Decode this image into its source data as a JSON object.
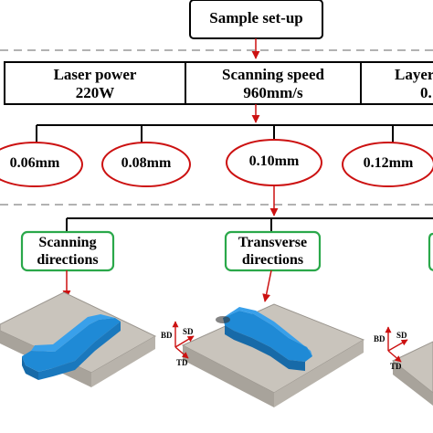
{
  "header": {
    "title": "Sample set-up"
  },
  "parameters": {
    "laser_power": {
      "label": "Laser power",
      "value": "220W"
    },
    "scanning_speed": {
      "label": "Scanning speed",
      "value": "960mm/s"
    },
    "layer": {
      "label": "Layer",
      "value": "0."
    }
  },
  "hatch_spacings": [
    "0.06mm",
    "0.08mm",
    "0.10mm",
    "0.12mm"
  ],
  "orientations": {
    "scanning": {
      "line1": "Scanning",
      "line2": "directions"
    },
    "transverse": {
      "line1": "Transverse",
      "line2": "directions"
    }
  },
  "axes": {
    "bd": "BD",
    "sd": "SD",
    "td": "TD"
  },
  "colors": {
    "ellipse_stroke": "#cc1111",
    "orientation_box_stroke": "#2aa84a",
    "arrow": "#cc1111",
    "plate": "#c8c3bb",
    "specimen": "#1f8ad6",
    "dashed_separator": "#999999"
  }
}
